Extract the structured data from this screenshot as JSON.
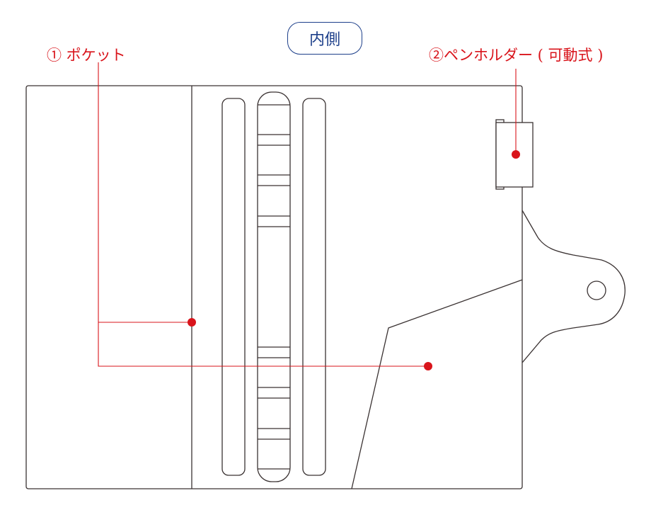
{
  "title": "内側",
  "labels": {
    "pocket": "① ポケット",
    "pen_holder": "②ペンホルダー ( 可動式 )"
  },
  "colors": {
    "line": "#3a3232",
    "accent": "#d9141b",
    "title": "#1d3f8a"
  }
}
